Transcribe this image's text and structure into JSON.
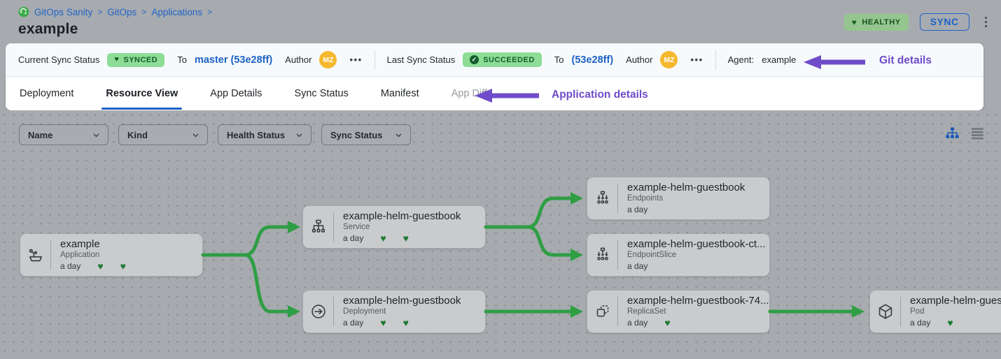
{
  "icons": {
    "heart": "♥",
    "check": "✓"
  },
  "colors": {
    "accent_blue": "#1c63c6",
    "annotation_purple": "#6f4cc9",
    "connector_green": "#2f9e44",
    "badge_green_bg": "#8ddd97",
    "health_badge_bg": "#95c58f",
    "avatar_orange": "#f6b82e"
  },
  "breadcrumb": {
    "items": [
      "GitOps Sanity",
      "GitOps",
      "Applications"
    ],
    "separator": ">"
  },
  "header": {
    "title": "example",
    "health_badge": "HEALTHY",
    "sync_button": "SYNC"
  },
  "sync_bar": {
    "current": {
      "label": "Current Sync Status",
      "badge": "SYNCED",
      "to": "To",
      "target": "master (53e28ff)",
      "author_label": "Author",
      "author_initials": "MZ",
      "more": "•••"
    },
    "last": {
      "label": "Last Sync Status",
      "badge": "SUCCEEDED",
      "to": "To",
      "target": "(53e28ff)",
      "author_label": "Author",
      "author_initials": "MZ",
      "more": "•••"
    },
    "agent": {
      "label": "Agent:",
      "value": "example"
    },
    "annotation": "Git details"
  },
  "tabs": {
    "items": [
      "Deployment",
      "Resource View",
      "App Details",
      "Sync Status",
      "Manifest",
      "App Diff"
    ],
    "active": "Resource View",
    "annotation": "Application details"
  },
  "filters": {
    "name": "Name",
    "kind": "Kind",
    "health": "Health Status",
    "sync": "Sync Status"
  },
  "nodes": [
    {
      "title": "example",
      "kind": "Application",
      "age": "a day"
    },
    {
      "title": "example-helm-guestbook",
      "kind": "Service",
      "age": "a day"
    },
    {
      "title": "example-helm-guestbook",
      "kind": "Deployment",
      "age": "a day"
    },
    {
      "title": "example-helm-guestbook",
      "kind": "Endpoints",
      "age": "a day"
    },
    {
      "title": "example-helm-guestbook-ct...",
      "kind": "EndpointSlice",
      "age": "a day"
    },
    {
      "title": "example-helm-guestbook-74...",
      "kind": "ReplicaSet",
      "age": "a day"
    },
    {
      "title": "example-helm-guestbook",
      "kind": "Pod",
      "age": "a day"
    }
  ]
}
